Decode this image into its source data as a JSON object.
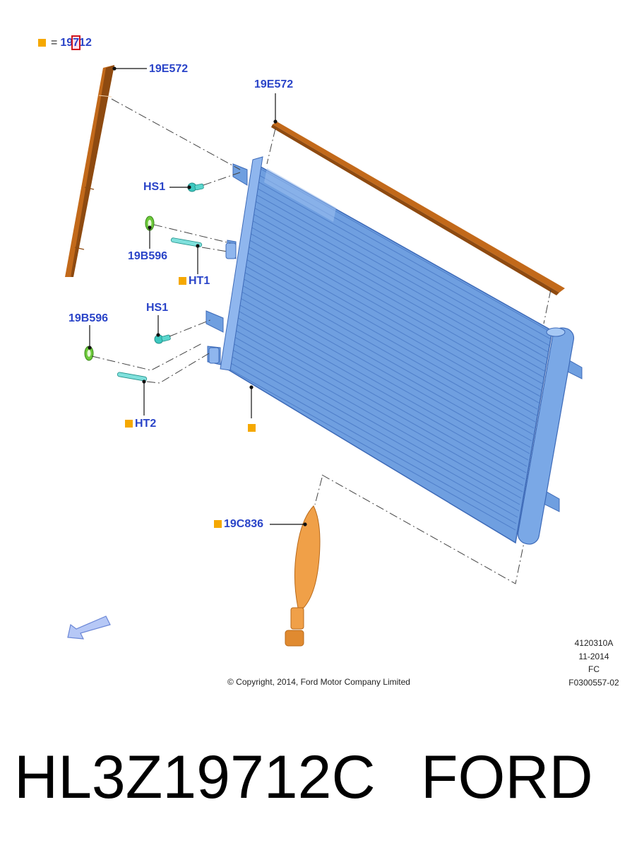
{
  "legend": {
    "prefix": "19",
    "highlight": "7",
    "suffix": "12",
    "equals": "="
  },
  "callouts": {
    "seal_left": "19E572",
    "seal_top": "19E572",
    "hs1_upper": "HS1",
    "b596_upper": "19B596",
    "ht1": "HT1",
    "hs1_lower": "HS1",
    "b596_lower": "19B596",
    "ht2": "HT2",
    "c836": "19C836"
  },
  "meta": {
    "code": "4120310A",
    "date": "11-2014",
    "region": "FC",
    "doc": "F0300557-02"
  },
  "copyright": "© Copyright, 2014, Ford Motor Company Limited",
  "footer": {
    "part_number": "HL3Z19712C",
    "brand": "FORD"
  },
  "colors": {
    "callout_text": "#2a44c8",
    "marker": "#f5a800",
    "condenser": "#6f9fe0",
    "seal": "#c2691a",
    "dryer": "#f0a048",
    "fastener": "#3ec8c0",
    "grommet": "#6cc83a"
  }
}
